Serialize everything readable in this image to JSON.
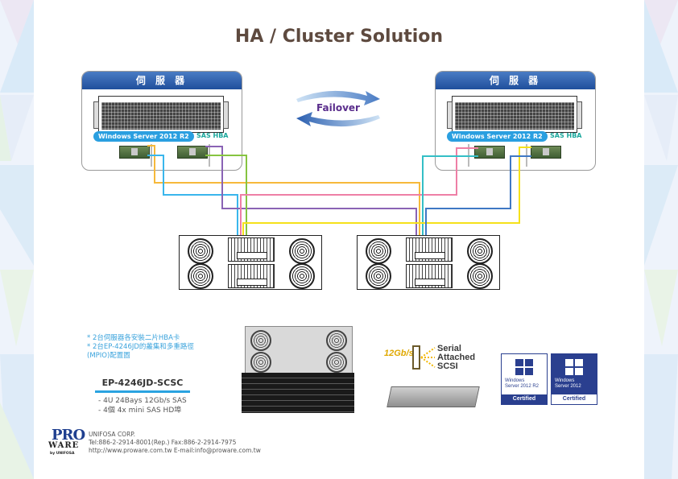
{
  "title": "HA / Cluster Solution",
  "colors": {
    "title": "#5e4a3f",
    "server_header": "#2b5fb0",
    "os_pill": "#2a9fe0",
    "hba_label": "#1aa79c",
    "failover_text": "#5a2d8c",
    "notes": "#3aa3dc",
    "cable_orange": "#f6b93b",
    "cable_lightblue": "#3ab6ec",
    "cable_purple": "#8a63b5",
    "cable_green": "#86c440",
    "cable_pink": "#ee7fa6",
    "cable_teal": "#34bfc6",
    "cable_yellow": "#f5e11b",
    "cable_blue": "#3f78c4"
  },
  "servers": [
    {
      "header": "伺 服 器",
      "os_label": "Windows Server 2012 R2",
      "hba_label": "SAS HBA"
    },
    {
      "header": "伺 服 器",
      "os_label": "Windows Server 2012 R2",
      "hba_label": "SAS HBA"
    }
  ],
  "failover": {
    "label": "Failover",
    "icon": "bidirectional-arrows-icon"
  },
  "notes": [
    "* 2台伺服器各安裝二片HBA卡",
    "* 2台EP-4246JD的叢集和多重路徑",
    "(MPIO)配置圖"
  ],
  "product": {
    "model": "EP-4246JD-SCSC",
    "specs": [
      "- 4U 24Bays 12Gb/s SAS",
      "- 4個 4x mini SAS HD埠"
    ]
  },
  "sas_logo": {
    "speed": "12Gb/s",
    "lines": [
      "Serial",
      "Attached",
      "SCSI"
    ]
  },
  "certifications": [
    {
      "line1": "Windows",
      "line2": "Server 2012 R2",
      "badge": "Certified"
    },
    {
      "line1": "Windows",
      "line2": "Server 2012",
      "badge": "Certified"
    }
  ],
  "footer": {
    "logo_top": "PRO",
    "logo_middle": "WARE",
    "logo_bottom": "by UNIFOSA",
    "company": "UNIFOSA CORP.",
    "contact": "Tel:886-2-2914-8001(Rep.) Fax:886-2-2914-7975",
    "web": "http://www.proware.com.tw E-mail:info@proware.com.tw"
  }
}
